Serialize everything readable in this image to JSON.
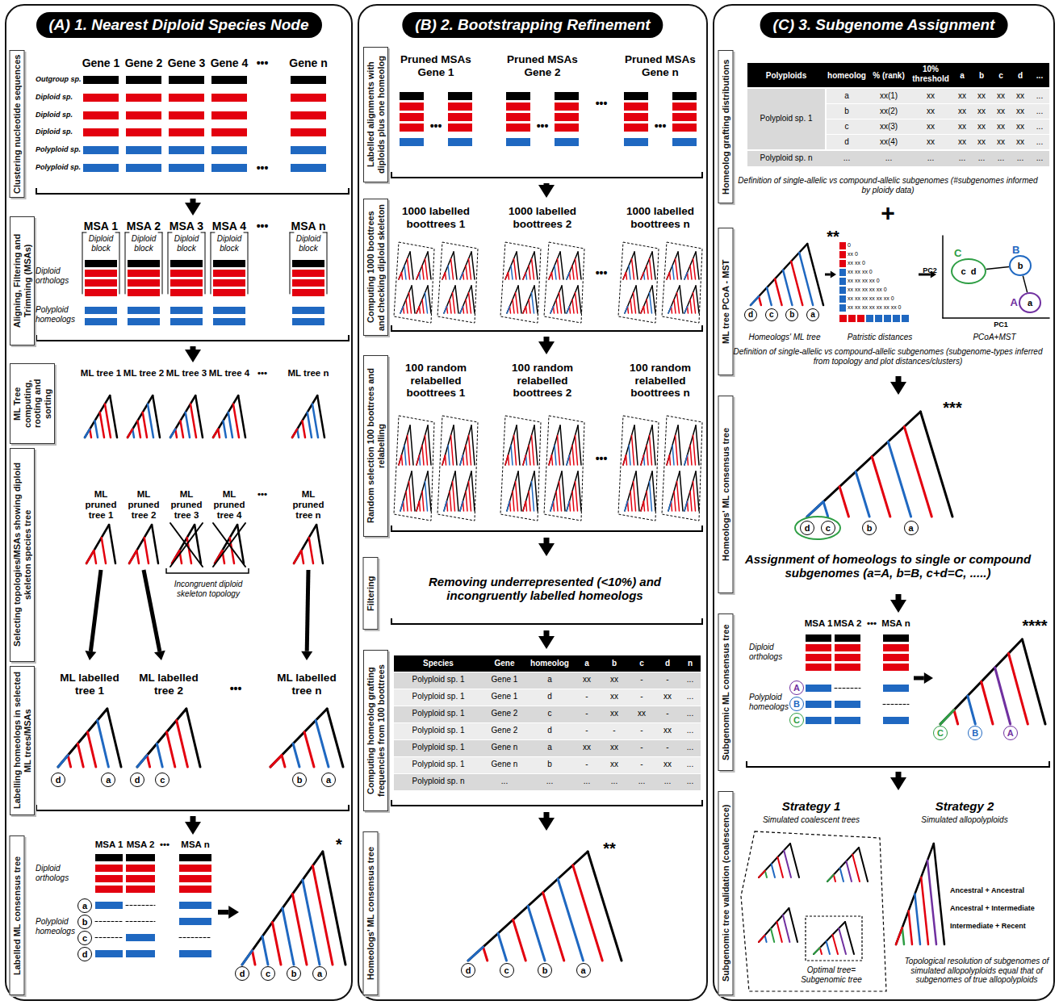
{
  "diagram": {
    "nodes": [
      {
        "text": [
          "(A) 1. Nearest Diploid Species Node"
        ]
      },
      {
        "text": [
          "Clustering nucleotide sequences"
        ],
        "in": 0
      },
      {
        "text": [
          "Aligning, Filtering and Trimming (MSAs)"
        ],
        "in": 0
      },
      {
        "text": [
          "ML Tree computing, rooting and sorting"
        ],
        "in": 0
      },
      {
        "text": [
          "Selecting topologies/MSAs showing diploid skeleton species tree"
        ],
        "in": 0
      },
      {
        "text": [
          "Labelling homeologs in selected ML trees/MSAs"
        ],
        "in": 0
      },
      {
        "text": [
          "d"
        ],
        "in": 5
      },
      {
        "text": [
          "a"
        ],
        "in": 5
      },
      {
        "text": [
          "d"
        ],
        "in": 5
      },
      {
        "text": [
          "c"
        ],
        "in": 5
      },
      {
        "text": [
          "b"
        ],
        "in": 5
      },
      {
        "text": [
          "a"
        ],
        "in": 5
      },
      {
        "text": [
          "Labelled ML consensus tree"
        ],
        "in": 0
      },
      {
        "text": [
          "a"
        ],
        "in": 12
      },
      {
        "text": [
          "b"
        ],
        "in": 12
      },
      {
        "text": [
          "c"
        ],
        "in": 12
      },
      {
        "text": [
          "d"
        ],
        "in": 12
      },
      {
        "text": [
          "d"
        ],
        "in": 12
      },
      {
        "text": [
          "c"
        ],
        "in": 12
      },
      {
        "text": [
          "b"
        ],
        "in": 12
      },
      {
        "text": [
          "a"
        ],
        "in": 12
      },
      {
        "text": [
          "(B) 2. Bootstrapping Refinement"
        ]
      },
      {
        "text": [
          "Labelled alignments with diploids plus one homeolog"
        ],
        "in": 21
      },
      {
        "text": [
          "Computing 1000 boottrees and checking diploid skeleton"
        ],
        "in": 21
      },
      {
        "text": [
          "Random selection 100 boottrees and relabelling"
        ],
        "in": 21
      },
      {
        "text": [
          "Filtering"
        ],
        "in": 21
      },
      {
        "text": [
          "Computing homeolog grafting frequencies from 100 boottrees"
        ],
        "in": 21
      },
      {
        "text": [
          "Homeologs' ML consensus tree"
        ],
        "in": 21
      },
      {
        "text": [
          "d"
        ],
        "in": 27
      },
      {
        "text": [
          "c"
        ],
        "in": 27
      },
      {
        "text": [
          "b"
        ],
        "in": 27
      },
      {
        "text": [
          "a"
        ],
        "in": 27
      },
      {
        "text": [
          "(C) 3. Subgenome Assignment"
        ]
      },
      {
        "text": [
          "Homeolog grafting distributions"
        ],
        "in": 32
      },
      {
        "text": [
          "ML tree PCoA - MST"
        ],
        "in": 32
      },
      {
        "text": [
          "d"
        ],
        "in": 34
      },
      {
        "text": [
          "c"
        ],
        "in": 34
      },
      {
        "text": [
          "b"
        ],
        "in": 34
      },
      {
        "text": [
          "a"
        ],
        "in": 34
      },
      {
        "text": [
          "C",
          "c",
          "d"
        ],
        "in": 34
      },
      {
        "text": [
          "B",
          "b"
        ],
        "in": 34
      },
      {
        "text": [
          "A",
          "a"
        ],
        "in": 34
      },
      {
        "text": [
          "Homeologs' ML consensus tree"
        ],
        "in": 32
      },
      {
        "text": [
          "d"
        ],
        "in": 42
      },
      {
        "text": [
          "c"
        ],
        "in": 42
      },
      {
        "text": [
          "b"
        ],
        "in": 42
      },
      {
        "text": [
          "a"
        ],
        "in": 42
      },
      {
        "text": [
          "Subgenomic ML consensus tree"
        ],
        "in": 32
      },
      {
        "text": [
          "A"
        ],
        "in": 47
      },
      {
        "text": [
          "B"
        ],
        "in": 47
      },
      {
        "text": [
          "C"
        ],
        "in": 47
      },
      {
        "text": [
          "C"
        ],
        "in": 47
      },
      {
        "text": [
          "B"
        ],
        "in": 47
      },
      {
        "text": [
          "A"
        ],
        "in": 47
      },
      {
        "text": [
          "Subgenomic tree validation (coalescence)"
        ],
        "in": 32
      }
    ],
    "edges": [
      {
        "from": 1,
        "to": 2,
        "arrow": "to"
      },
      {
        "from": 2,
        "to": 3,
        "arrow": "to"
      },
      {
        "from": 5,
        "to": 12,
        "arrow": "to"
      },
      {
        "from": 22,
        "to": 23,
        "arrow": "to"
      },
      {
        "from": 23,
        "to": 24,
        "arrow": "to"
      },
      {
        "from": 24,
        "to": 25,
        "arrow": "to"
      },
      {
        "from": 25,
        "to": 26,
        "arrow": "to"
      },
      {
        "from": 26,
        "to": 27,
        "arrow": "to"
      },
      {
        "from": 34,
        "to": 42,
        "arrow": "to"
      },
      {
        "from": 42,
        "to": 47,
        "arrow": "to"
      },
      {
        "from": 47,
        "to": 54,
        "arrow": "to"
      },
      {
        "from": 39,
        "to": 40,
        "arrow": "none"
      },
      {
        "from": 40,
        "to": 41,
        "arrow": "none"
      }
    ],
    "labels": [
      "Gene 1",
      "Gene 2",
      "Gene 3",
      "Gene 4",
      "•••",
      "Gene n",
      "Outgroup sp.",
      "Diploid sp.",
      "Diploid sp.",
      "Diploid sp.",
      "Polyploid sp.",
      "Polyploid sp.",
      "•••",
      "MSA 1",
      "MSA 2",
      "MSA 3",
      "MSA 4",
      "•••",
      "MSA n",
      "Diploid block",
      "Diploid block",
      "Diploid block",
      "Diploid block",
      "Diploid block",
      "Diploid orthologs",
      "Polyploid homeologs",
      "ML tree 1",
      "ML tree 2",
      "ML tree 3",
      "ML tree 4",
      "•••",
      "ML tree n",
      "ML pruned tree 1",
      "ML pruned tree 2",
      "ML pruned tree 3",
      "ML pruned tree 4",
      "•••",
      "ML pruned tree n",
      "Incongruent diploid skeleton topology",
      "ML labelled tree 1",
      "ML labelled tree 2",
      "•••",
      "ML labelled tree n",
      "MSA 1",
      "MSA 2",
      "•••",
      "MSA n",
      "Diploid orthologs",
      "Polyploid homeologs",
      "*",
      "Pruned MSAs Gene 1",
      "Pruned MSAs Gene 2",
      "•••",
      "Pruned MSAs Gene n",
      "•••",
      "•••",
      "•••",
      "1000 labelled boottrees 1",
      "1000 labelled boottrees 2",
      "•••",
      "1000 labelled boottrees n",
      "100 random relabelled boottrees 1",
      "100 random relabelled boottrees 2",
      "•••",
      "100 random relabelled boottrees n",
      "Removing underrepresented (<10%) and incongruently labelled homeologs",
      "Species",
      "Gene",
      "homeolog",
      "a",
      "b",
      "c",
      "d",
      "n",
      "Polyploid sp. 1",
      "Gene 1",
      "a",
      "xx",
      "xx",
      "-",
      "-",
      "...",
      "Polyploid sp. 1",
      "Gene 1",
      "d",
      "-",
      "xx",
      "-",
      "xx",
      "...",
      "Polyploid sp. 1",
      "Gene 2",
      "c",
      "-",
      "xx",
      "xx",
      "-",
      "...",
      "Polyploid sp. 1",
      "Gene 2",
      "d",
      "-",
      "-",
      "-",
      "xx",
      "...",
      "Polyploid sp. 1",
      "Gene n",
      "a",
      "xx",
      "xx",
      "-",
      "-",
      "...",
      "Polyploid sp. 1",
      "Gene n",
      "b",
      "-",
      "xx",
      "-",
      "xx",
      "...",
      "Polyploid sp. n",
      "...",
      "...",
      "...",
      "...",
      "...",
      "...",
      "...",
      "**",
      "Polyploids",
      "homeolog",
      "% (rank)",
      "10% threshold",
      "a",
      "b",
      "c",
      "d",
      "...",
      "Polyploid sp. 1",
      "a",
      "xx(1)",
      "xx",
      "xx",
      "xx",
      "xx",
      "xx",
      "...",
      "b",
      "xx(2)",
      "xx",
      "xx",
      "xx",
      "xx",
      "xx",
      "...",
      "c",
      "xx(3)",
      "xx",
      "xx",
      "xx",
      "xx",
      "xx",
      "...",
      "d",
      "xx(4)",
      "xx",
      "xx",
      "xx",
      "xx",
      "xx",
      "...",
      "Polyploid sp. n",
      "...",
      "...",
      "...",
      "...",
      "...",
      "...",
      "...",
      "...",
      "Definition of single-allelic vs compound-allelic subgenomes (#subgenomes informed by ploidy data)",
      "+",
      "**",
      "Homeologs' ML tree",
      "Patristic distances",
      "PCoA+MST",
      "0",
      "xx 0",
      "xx xx 0",
      "xx xx xx 0",
      "xx xx xx xx 0",
      "xx xx xx xx xx 0",
      "xx xx xx xx xx xx 0",
      "xx xx xx xx xx xx xx 0",
      "PC1",
      "PC2",
      "Definition of single-allelic vs compound-allelic subgenomes (subgenome-types inferred from topology and plot distances/clusters)",
      "***",
      "Assignment of homeologs to single or compound subgenomes (a=A, b=B, c+d=C, .....)",
      "MSA 1",
      "MSA 2",
      "•••",
      "MSA n",
      "Diploid orthologs",
      "Polyploid homeologs",
      "****",
      "Strategy 1",
      "Strategy 2",
      "Simulated coalescent trees",
      "Simulated allopolyploids",
      "Optimal tree= Subgenomic tree",
      "Ancestral + Ancestral",
      "Ancestral + Intermediate",
      "Intermediate + Recent",
      "Topological resolution of subgenomes of simulated allopolyploids equal that of subgenomes of true allopolyploids"
    ]
  }
}
